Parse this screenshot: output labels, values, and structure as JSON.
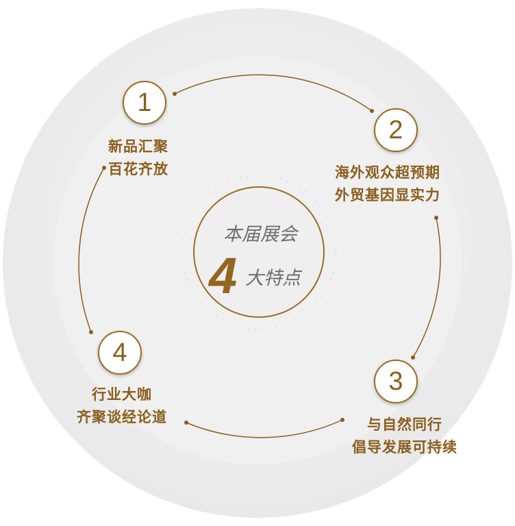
{
  "center": {
    "title": "本届展会",
    "number": "4",
    "subtitle": "大特点"
  },
  "features": [
    {
      "number": "1",
      "line1": "新品汇聚",
      "line2": "百花齐放"
    },
    {
      "number": "2",
      "line1": "海外观众超预期",
      "line2": "外贸基因显实力"
    },
    {
      "number": "3",
      "line1": "与自然同行",
      "line2": "倡导发展可持续"
    },
    {
      "number": "4",
      "line1": "行业大咖",
      "line2": "齐聚谈经论道"
    }
  ],
  "colors": {
    "accent": "#8a5e1c",
    "text_gray": "#6e6e6e",
    "bg_circle": "#ededed"
  }
}
